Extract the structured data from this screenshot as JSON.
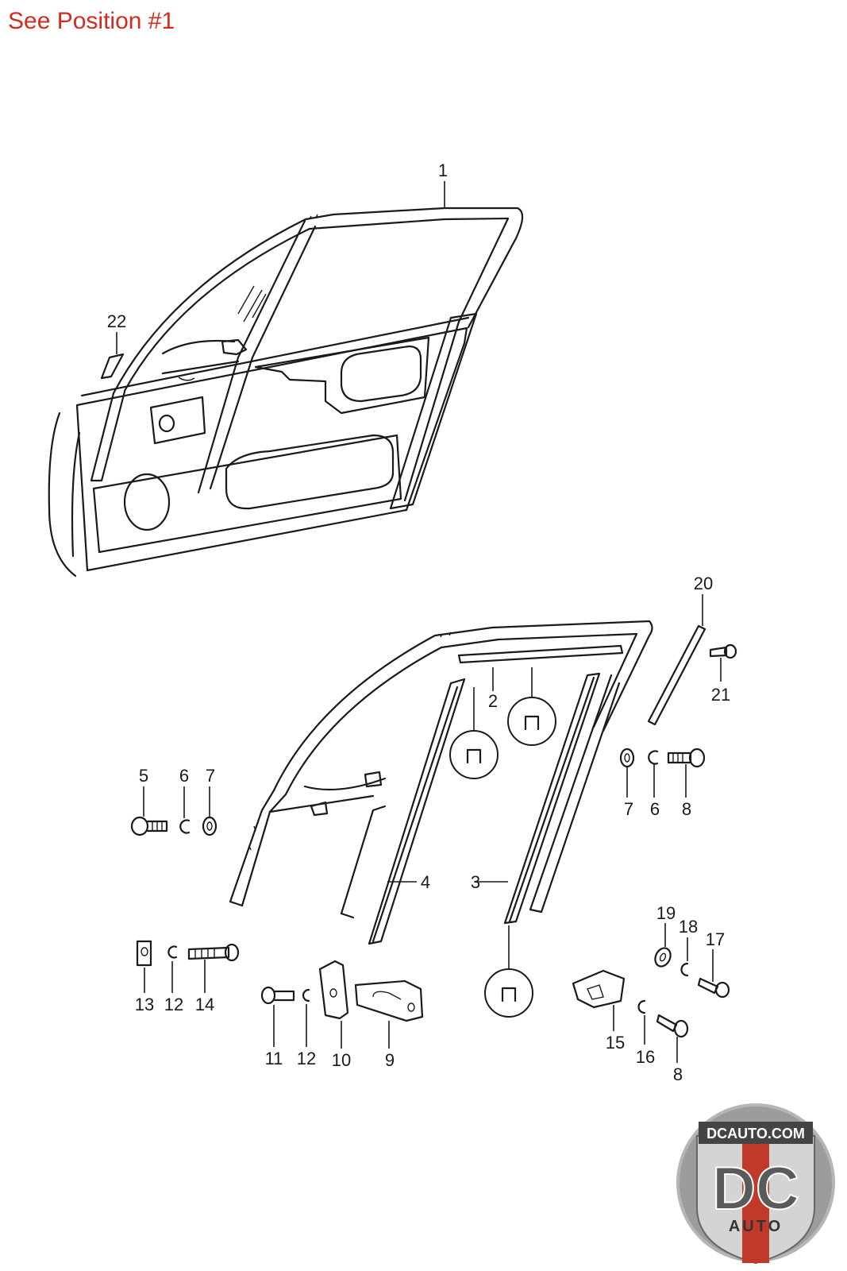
{
  "header_note": "See Position #1",
  "callouts": [
    "1",
    "2",
    "3",
    "4",
    "5",
    "6",
    "7",
    "6",
    "7",
    "8",
    "8",
    "9",
    "10",
    "11",
    "12",
    "12",
    "13",
    "14",
    "15",
    "16",
    "17",
    "18",
    "19",
    "20",
    "21",
    "22"
  ],
  "watermark": {
    "top": "DCAUTO.COM",
    "main": "DC",
    "bottom": "AUTO",
    "colors": {
      "red": "#c0392b",
      "gray": "#8a8a8a",
      "dark": "#444444"
    }
  },
  "colors": {
    "header": "#d42b1e",
    "line": "#1a1a1a"
  }
}
